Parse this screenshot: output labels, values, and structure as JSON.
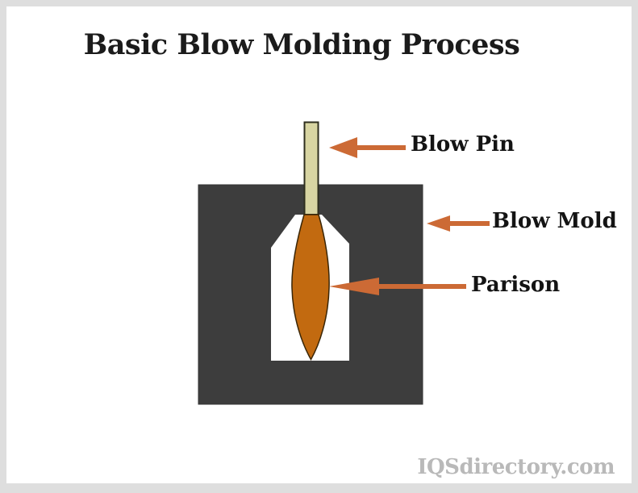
{
  "title": "Basic Blow Molding Process",
  "labels": {
    "blow_pin": "Blow Pin",
    "blow_mold": "Blow Mold",
    "parison": "Parison"
  },
  "watermark": "IQSdirectory.com",
  "diagram_parts": {
    "blow_pin": "khaki vertical rod inserted into mold neck",
    "blow_mold": "dark gray square mold block with bottle-shaped cavity",
    "parison": "orange molten plastic tube tapering to a point inside cavity"
  },
  "colors": {
    "frame": "#dedede",
    "background": "#ffffff",
    "title_text": "#1b1b1b",
    "label_text": "#141414",
    "mold": "#3d3d3d",
    "cavity": "#ffffff",
    "pin_fill": "#d8d5a2",
    "parison_fill": "#c26a10",
    "arrow": "#cc6a35",
    "watermark_text": "#b9b9b9"
  }
}
